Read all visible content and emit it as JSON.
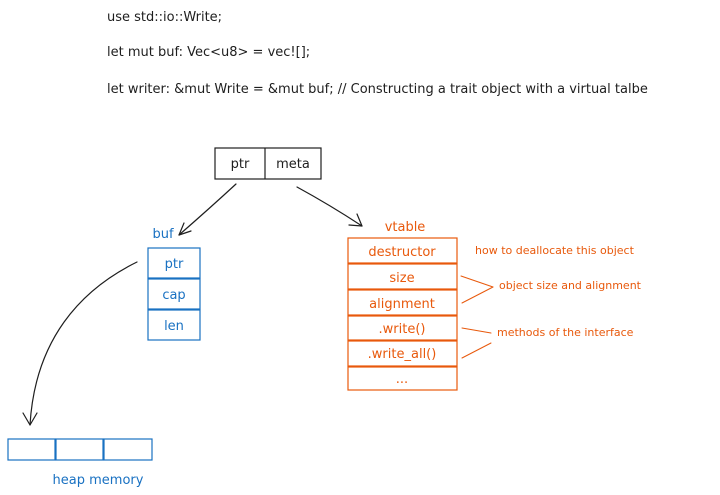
{
  "code": {
    "line1": "use std::io::Write;",
    "line2": "let mut buf: Vec<u8> = vec![];",
    "line3": "let writer: &mut Write = &mut buf; // Constructing a trait object with a virtual talbe"
  },
  "fat_pointer": {
    "cell1": "ptr",
    "cell2": "meta"
  },
  "buf": {
    "label": "buf",
    "fields": [
      "ptr",
      "cap",
      "len"
    ]
  },
  "vtable": {
    "label": "vtable",
    "entries": [
      "destructor",
      "size",
      "alignment",
      ".write()",
      ".write_all()",
      "..."
    ]
  },
  "annotations": {
    "dealloc": "how to deallocate this object",
    "size_align": "object size and alignment",
    "methods": "methods of the interface"
  },
  "heap": {
    "label": "heap memory"
  },
  "colors": {
    "ink": "#1e1e1e",
    "blue": "#1971c2",
    "orange": "#e8590c"
  }
}
